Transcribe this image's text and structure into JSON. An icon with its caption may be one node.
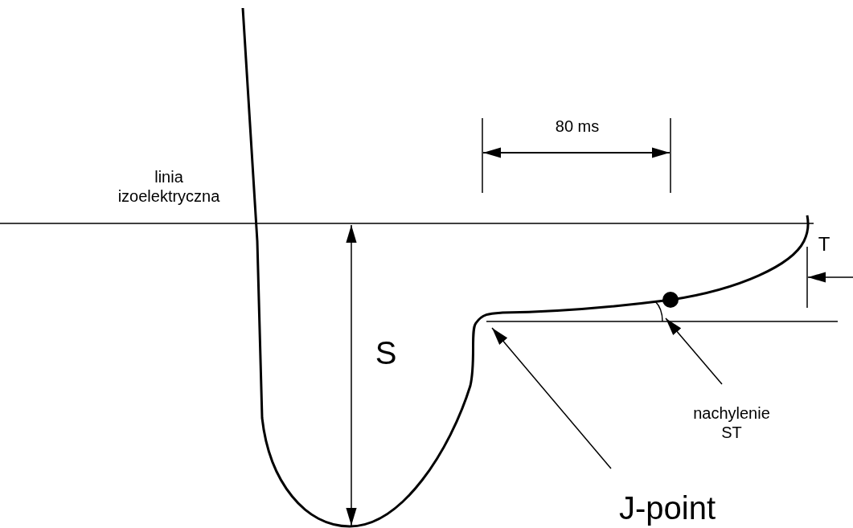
{
  "diagram": {
    "nodes": [
      {
        "text": [
          "J-point"
        ]
      },
      {
        "text": [
          "nachylenie ST"
        ]
      },
      {
        "text": [],
        "shape": "arc"
      }
    ],
    "edges": [
      {
        "from": 0,
        "to": null,
        "arrow": "to"
      },
      {
        "from": 1,
        "to": 2,
        "arrow": "to"
      }
    ],
    "labels": [
      "linia izoelektryczna",
      "80 ms",
      "S",
      "T"
    ]
  }
}
